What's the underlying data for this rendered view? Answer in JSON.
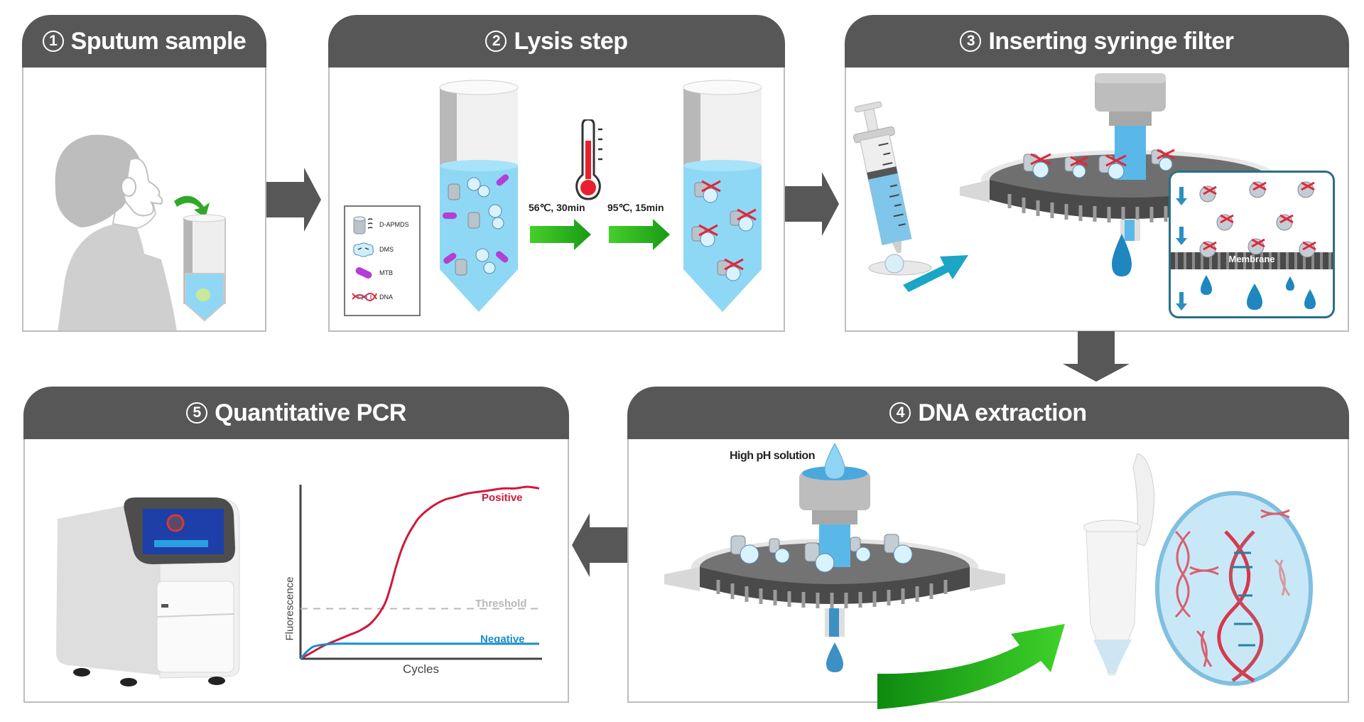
{
  "colors": {
    "header_bg": "#575757",
    "arrow": "#575757",
    "panel_border": "#bdbdbd",
    "liquid": "#7fd0f0",
    "green_arrow": "#22b818",
    "mtb": "#b23fd6",
    "dna_red": "#e0283a",
    "positive": "#d0183a",
    "negative": "#1a8fc9",
    "threshold": "#b8b8b8",
    "inset_border": "#2a6f86"
  },
  "steps": [
    {
      "num": "1",
      "title": "Sputum sample"
    },
    {
      "num": "2",
      "title": "Lysis step"
    },
    {
      "num": "3",
      "title": "Inserting syringe filter"
    },
    {
      "num": "4",
      "title": "DNA extraction"
    },
    {
      "num": "5",
      "title": "Quantitative PCR"
    }
  ],
  "lysis": {
    "legend": [
      {
        "icon": "d-apmds-icon",
        "label": "D-APMDS"
      },
      {
        "icon": "dms-icon",
        "label": "DMS"
      },
      {
        "icon": "mtb-icon",
        "label": "MTB"
      },
      {
        "icon": "dna-icon",
        "label": "DNA"
      }
    ],
    "condition_1": "56℃, 30min",
    "condition_2": "95℃, 15min"
  },
  "filter": {
    "inset_label": "Membrane"
  },
  "extraction": {
    "solution_label": "High pH solution"
  },
  "chart_data": {
    "type": "line",
    "title": "",
    "xlabel": "Cycles",
    "ylabel": "Fluorescence",
    "grid": false,
    "xlim": [
      0,
      40
    ],
    "ylim": [
      0,
      1
    ],
    "threshold": {
      "label": "Threshold",
      "value": 0.3
    },
    "series": [
      {
        "name": "Positive",
        "x": [
          0,
          2,
          4,
          6,
          8,
          10,
          12,
          14,
          15,
          16,
          17,
          18,
          19,
          20,
          22,
          24,
          26,
          28,
          30,
          32,
          34,
          36,
          38,
          40
        ],
        "y": [
          0,
          0.04,
          0.08,
          0.11,
          0.14,
          0.17,
          0.22,
          0.32,
          0.42,
          0.55,
          0.66,
          0.74,
          0.8,
          0.85,
          0.91,
          0.95,
          0.97,
          0.99,
          1.0,
          1.01,
          1.02,
          1.02,
          1.03,
          1.02
        ]
      },
      {
        "name": "Negative",
        "x": [
          0,
          1,
          2,
          3,
          4,
          6,
          10,
          20,
          30,
          40
        ],
        "y": [
          0,
          0.04,
          0.07,
          0.08,
          0.085,
          0.09,
          0.09,
          0.09,
          0.09,
          0.09
        ]
      }
    ]
  }
}
